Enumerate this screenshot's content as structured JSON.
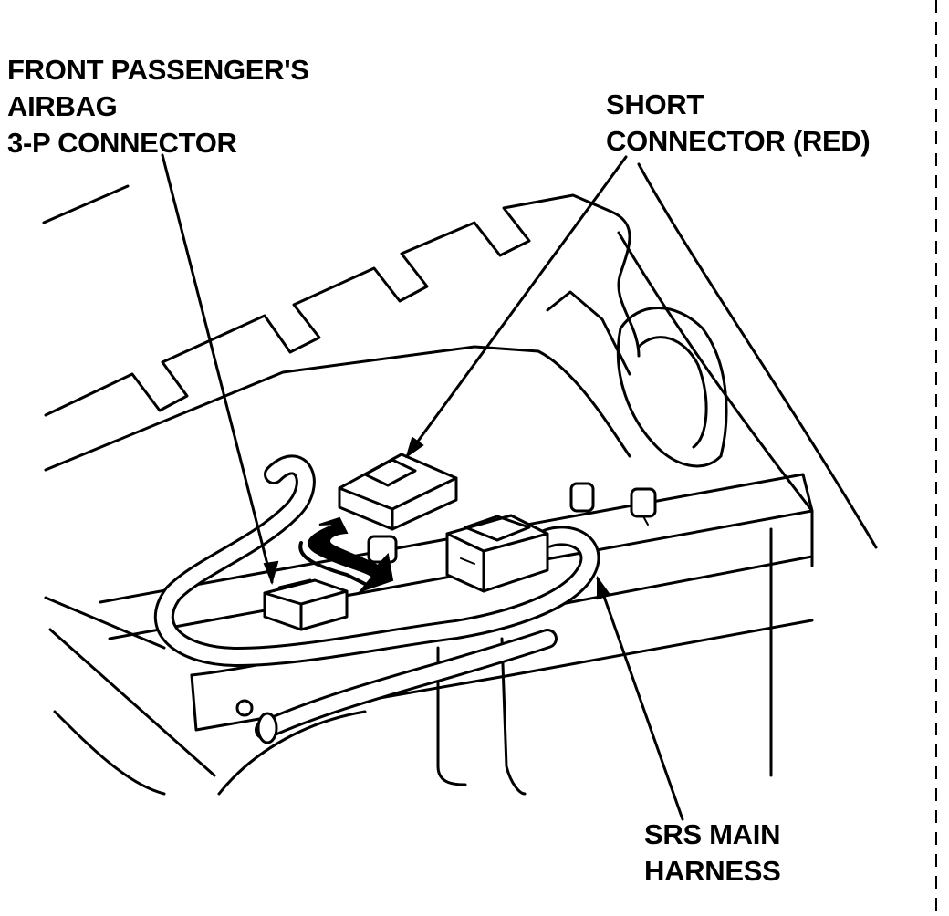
{
  "labels": {
    "front_passenger_airbag_connector": [
      "FRONT PASSENGER'S",
      "AIRBAG",
      "3-P CONNECTOR"
    ],
    "short_connector": [
      "SHORT",
      "CONNECTOR (RED)"
    ],
    "srs_main_harness": [
      "SRS MAIN",
      "HARNESS"
    ]
  },
  "colors": {
    "line": "#000000",
    "background": "#ffffff"
  }
}
